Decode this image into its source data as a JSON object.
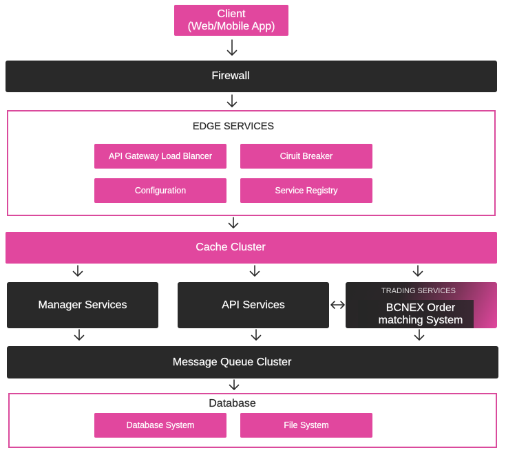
{
  "colors": {
    "accent_pink": "#e1479e",
    "dark_block": "#292929",
    "frame_border": "#da4a9c",
    "heading_text": "#2b2b2b",
    "label_text": "#ffffff"
  },
  "icons": {
    "flow_connector": "arrow-down-icon",
    "bidirectional_link": "double-arrow-icon"
  },
  "client": {
    "line1": "Client",
    "line2": "(Web/Mobile App)"
  },
  "firewall": {
    "label": "Firewall"
  },
  "edge_services": {
    "title": "EDGE SERVICES",
    "items": [
      "API Gateway Load Blancer",
      "Ciruit Breaker",
      "Configuration",
      "Service Registry"
    ]
  },
  "cache_cluster": {
    "label": "Cache Cluster"
  },
  "services": {
    "manager": "Manager Services",
    "api": "API Services"
  },
  "trading_services": {
    "title": "TRADING SERVICES",
    "node_line1": "BCNEX Order",
    "node_line2": "matching System"
  },
  "message_queue": {
    "label": "Message Queue Cluster"
  },
  "database": {
    "title": "Database",
    "items": [
      "Database System",
      "File System"
    ]
  }
}
